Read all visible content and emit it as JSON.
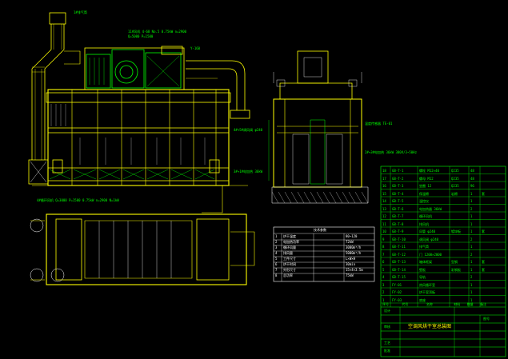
{
  "colors": {
    "background": "#000000",
    "structure": "#ffff00",
    "annotation": "#00ff00",
    "detail": "#ffffff",
    "hatch": "#ffffff",
    "accent_blue": "#3060ff",
    "accent_magenta": "#ff00ff",
    "accent_red": "#ff2020"
  },
  "annotations": {
    "stack_label": "1#排气筒",
    "fan_spec": "11#风机 4-68 No.5 0.75kW n=2900",
    "fan_note": "Q=5000 P=1500 ",
    "right_top_note": "Y-160",
    "mid_note_1": "4#+5#调风阀 φ240",
    "mid_note_2": "3#+1#电加热 36kW",
    "bottom_spec": "4#循环风机 Q=3000 P=1500 0.75kW n=2900 N=1kW",
    "side_note_1": "温度传感器 TE-01",
    "side_note_2": "2#+3#电加热 36kW 380V/3~50Hz"
  },
  "mid_table": {
    "title": "技术参数",
    "rows": [
      [
        "1",
        "烘干温度",
        "80~120"
      ],
      [
        "2",
        "电加热功率",
        "72kW"
      ],
      [
        "3",
        "循环风量",
        "3000m³/h"
      ],
      [
        "4",
        "排风量",
        "5000m³/h"
      ],
      [
        "5",
        "工件尺寸",
        "L×W×H"
      ],
      [
        "6",
        "烘干时间",
        "30min"
      ],
      [
        "7",
        "外形尺寸",
        "15×4×3.5m"
      ],
      [
        "8",
        "总功率",
        "75kW"
      ]
    ]
  },
  "parts_list": {
    "rows": [
      [
        "18",
        "GB-T-1",
        "螺栓 M12×40",
        "Q235",
        "48",
        ""
      ],
      [
        "17",
        "GB-T-2",
        "螺母 M12",
        "Q235",
        "48",
        ""
      ],
      [
        "16",
        "GB-T-3",
        "垫圈 12",
        "Q235",
        "96",
        ""
      ],
      [
        "15",
        "GB-T-4",
        "保温棉",
        "岩棉",
        "1",
        "套"
      ],
      [
        "14",
        "GB-T-5",
        "温控仪",
        "",
        "1",
        ""
      ],
      [
        "13",
        "GB-T-6",
        "电加热器 36kW",
        "",
        "2",
        ""
      ],
      [
        "12",
        "GB-T-7",
        "循环风机",
        "",
        "1",
        ""
      ],
      [
        "11",
        "GB-T-8",
        "排风机",
        "",
        "1",
        ""
      ],
      [
        "10",
        "GB-T-9",
        "风管 φ240",
        "镀锌板",
        "1",
        "套"
      ],
      [
        "9",
        "GB-T-10",
        "调风阀 φ240",
        "",
        "2",
        ""
      ],
      [
        "8",
        "GB-T-11",
        "排气筒",
        "",
        "1",
        ""
      ],
      [
        "7",
        "GB-T-12",
        "门 1200×2000",
        "",
        "2",
        ""
      ],
      [
        "6",
        "GB-T-13",
        "箱体框架",
        "型钢",
        "1",
        "套"
      ],
      [
        "5",
        "GB-T-14",
        "壁板",
        "彩钢板",
        "1",
        "套"
      ],
      [
        "4",
        "GB-T-15",
        "导轨",
        "",
        "2",
        ""
      ],
      [
        "3",
        "FY-01",
        "热风循环室",
        "",
        "1",
        ""
      ],
      [
        "2",
        "FY-02",
        "烘干室顶板",
        "",
        "1",
        ""
      ],
      [
        "1",
        "FY-03",
        "底座",
        "",
        "1",
        ""
      ]
    ],
    "header": [
      "序号",
      "代号",
      "名称",
      "材料",
      "数量",
      "备注"
    ],
    "title_block": {
      "drawing_name": "空调风烘干室总装图",
      "no_label": "图号",
      "row_labels": [
        "设计",
        "审核",
        "工艺",
        "批准"
      ]
    }
  }
}
